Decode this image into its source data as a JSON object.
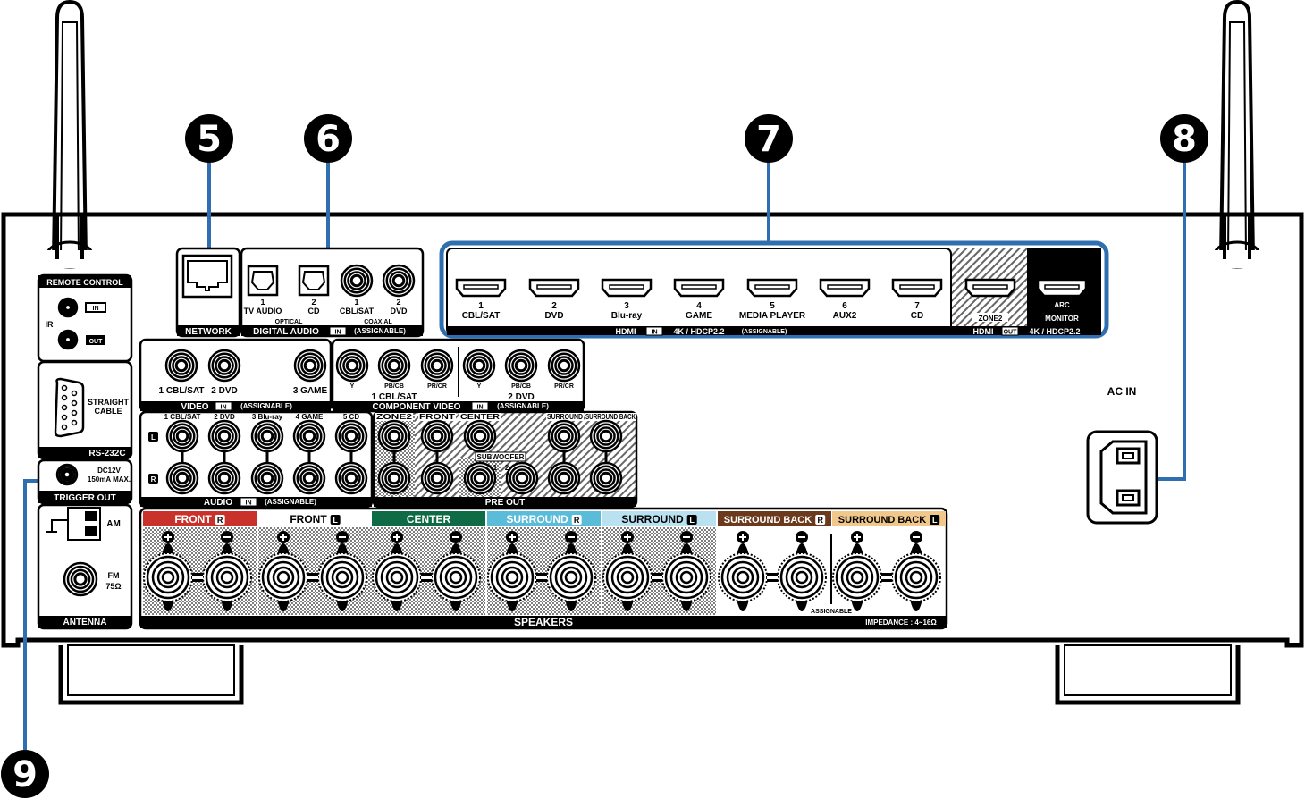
{
  "colors": {
    "callout_line": "#2f6fb0",
    "front_r": "#c8322b",
    "front_l": "#ffffff",
    "center": "#0e6b45",
    "surround_r": "#5bbcd9",
    "surround_l": "#b9e1ef",
    "surround_back_r": "#6b3a1c",
    "surround_back_l": "#f0c88c"
  },
  "callouts": [
    "5",
    "6",
    "7",
    "8",
    "9"
  ],
  "remote_control": {
    "title": "REMOTE CONTROL",
    "ir": "IR",
    "in": "IN",
    "out": "OUT"
  },
  "rs232c": {
    "title": "RS-232C",
    "note1": "STRAIGHT",
    "note2": "CABLE"
  },
  "trigger_out": {
    "title": "TRIGGER OUT",
    "spec1": "DC12V",
    "spec2": "150mA MAX."
  },
  "antenna": {
    "title": "ANTENNA",
    "am": "AM",
    "fm": "FM",
    "fm_ohm": "75Ω"
  },
  "network": {
    "title": "NETWORK"
  },
  "digital_audio": {
    "footer": "DIGITAL AUDIO",
    "in": "IN",
    "assignable": "(ASSIGNABLE)",
    "optical": "OPTICAL",
    "coaxial": "COAXIAL",
    "ports": [
      {
        "num": "1",
        "name": "TV AUDIO"
      },
      {
        "num": "2",
        "name": "CD"
      },
      {
        "num": "1",
        "name": "CBL/SAT"
      },
      {
        "num": "2",
        "name": "DVD"
      }
    ]
  },
  "video": {
    "footer": "VIDEO",
    "in": "IN",
    "assignable": "(ASSIGNABLE)",
    "ports": [
      "1 CBL/SAT",
      "2 DVD",
      "3 GAME"
    ]
  },
  "component_video": {
    "footer": "COMPONENT VIDEO",
    "in": "IN",
    "assignable": "(ASSIGNABLE)",
    "jacks": [
      "Y",
      "PB/CB",
      "PR/CR",
      "Y",
      "PB/CB",
      "PR/CR"
    ],
    "groups": [
      "1 CBL/SAT",
      "2 DVD"
    ]
  },
  "audio_in": {
    "footer": "AUDIO",
    "in": "IN",
    "assignable": "(ASSIGNABLE)",
    "l": "L",
    "r": "R",
    "ports": [
      "1 CBL/SAT",
      "2 DVD",
      "3 Blu-ray",
      "4 GAME",
      "5 CD"
    ]
  },
  "pre_out": {
    "footer": "PRE OUT",
    "labels": [
      "ZONE2",
      "FRONT",
      "CENTER",
      "SURROUND",
      "SURROUND BACK"
    ],
    "subwoofer": "SUBWOOFER",
    "sub1": "1",
    "sub2": "2"
  },
  "hdmi_in": {
    "footer": "HDMI",
    "in": "IN",
    "spec": "4K / HDCP2.2",
    "assignable": "(ASSIGNABLE)",
    "ports": [
      {
        "num": "1",
        "name": "CBL/SAT"
      },
      {
        "num": "2",
        "name": "DVD"
      },
      {
        "num": "3",
        "name": "Blu-ray"
      },
      {
        "num": "4",
        "name": "GAME"
      },
      {
        "num": "5",
        "name": "MEDIA PLAYER"
      },
      {
        "num": "6",
        "name": "AUX2"
      },
      {
        "num": "7",
        "name": "CD"
      }
    ]
  },
  "hdmi_out": {
    "footer": "HDMI",
    "out": "OUT",
    "spec": "4K / HDCP2.2",
    "zone2": "ZONE2",
    "arc": "ARC",
    "monitor": "MONITOR"
  },
  "ac_in": {
    "label": "AC IN"
  },
  "speakers": {
    "footer": "SPEAKERS",
    "impedance": "IMPEDANCE : 4~16Ω",
    "assignable": "ASSIGNABLE",
    "channels": [
      {
        "label": "FRONT",
        "side": "R"
      },
      {
        "label": "FRONT",
        "side": "L"
      },
      {
        "label": "CENTER",
        "side": ""
      },
      {
        "label": "SURROUND",
        "side": "R"
      },
      {
        "label": "SURROUND",
        "side": "L"
      },
      {
        "label": "SURROUND BACK",
        "side": "R"
      },
      {
        "label": "SURROUND BACK",
        "side": "L"
      }
    ]
  }
}
